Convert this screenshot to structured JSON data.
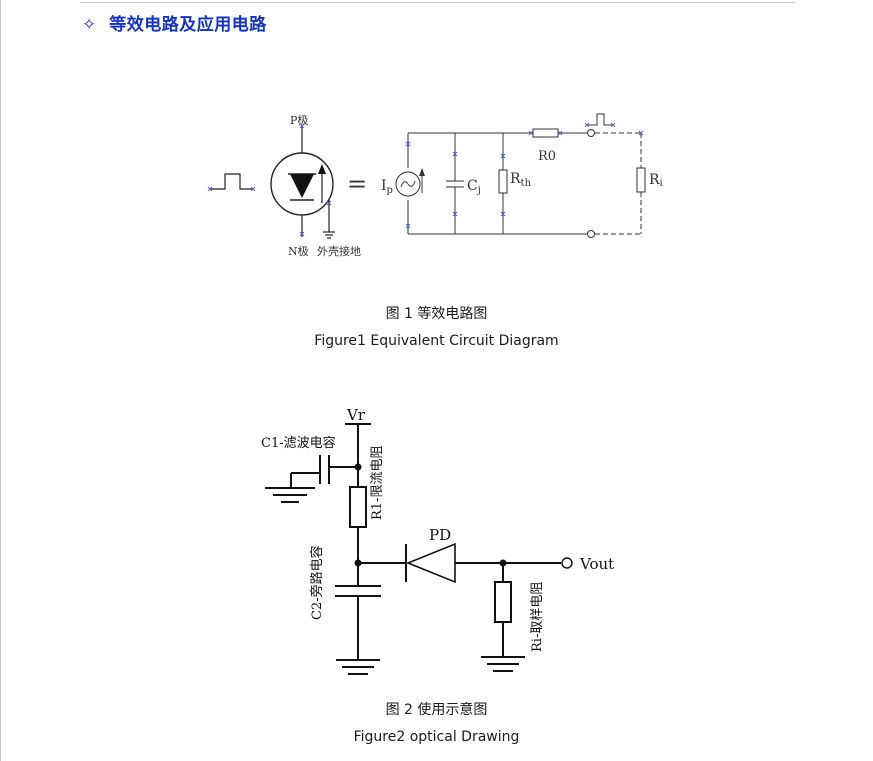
{
  "section": {
    "bullet_icon": "four-point-star-outline",
    "title": "等效电路及应用电路",
    "title_color": "#1433c8"
  },
  "figure1": {
    "labels": {
      "p_pole": "P极",
      "n_pole": "N极",
      "case_ground": "外壳接地",
      "equals": "=",
      "ip_main": "I",
      "ip_sub": "p",
      "cj_main": "C",
      "cj_sub": "j",
      "rth_main": "R",
      "rth_sub": "th",
      "r0": "R0",
      "ri_main": "R",
      "ri_sub": "i"
    },
    "caption_cn": "图 1  等效电路图",
    "caption_en": "Figure1 Equivalent Circuit Diagram"
  },
  "figure2": {
    "labels": {
      "vr": "Vr",
      "c1": "C1-滤波电容",
      "r1": "R1-限流电阻",
      "c2": "C2-旁路电容",
      "pd": "PD",
      "vout": "Vout",
      "ri": "Ri-取样电阻"
    },
    "caption_cn": "图 2  使用示意图",
    "caption_en": "Figure2 optical Drawing"
  }
}
